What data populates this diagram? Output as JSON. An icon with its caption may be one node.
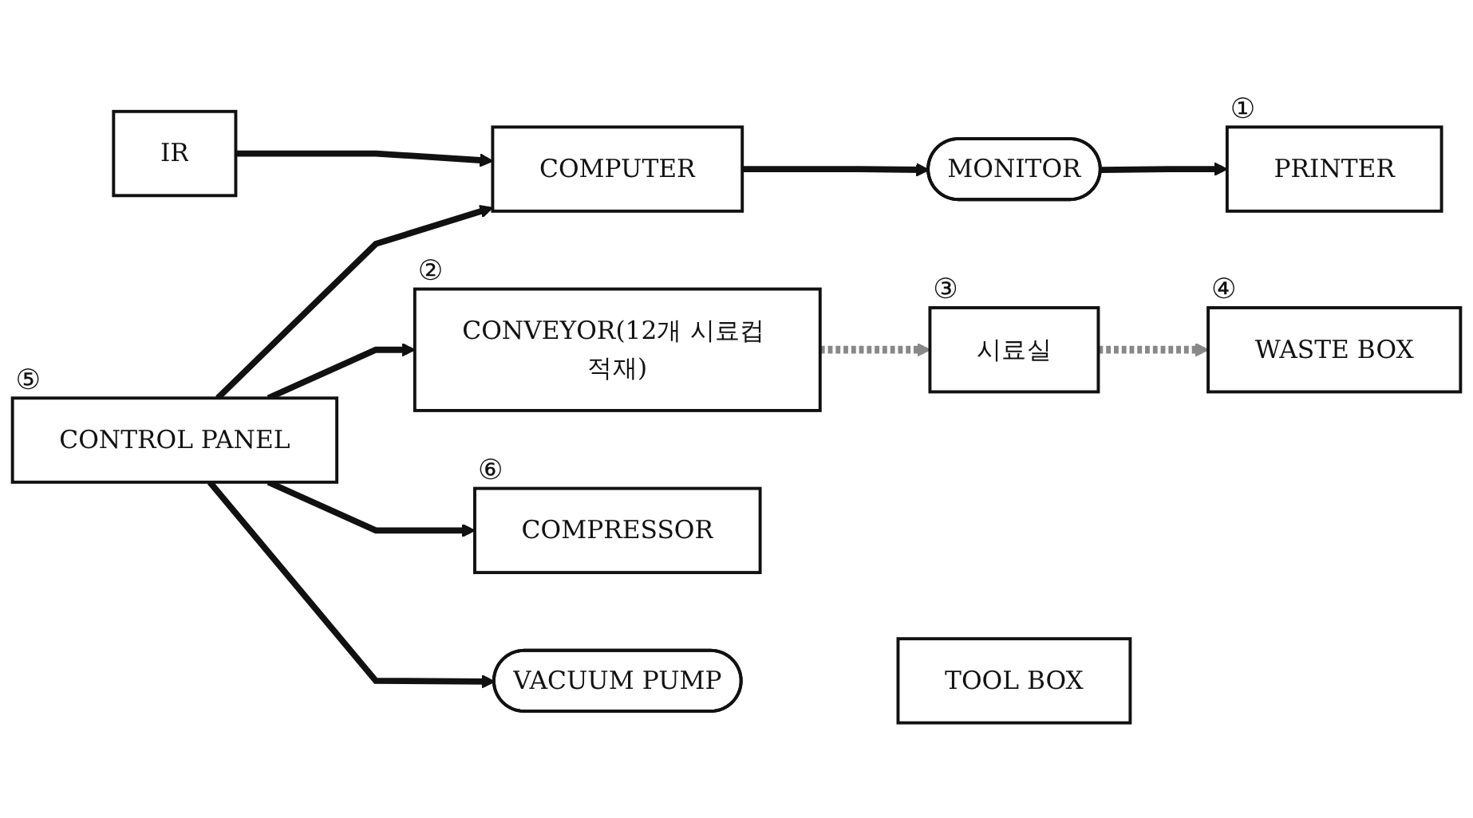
{
  "diagram": {
    "nodes": [
      {
        "text": [
          "PRINTER"
        ],
        "beside": [
          "①"
        ]
      },
      {
        "text": [
          "MONITOR"
        ]
      },
      {
        "text": [
          "COMPUTER"
        ]
      },
      {
        "text": [
          "CONVEYOR(12개 시료컵 적재)"
        ],
        "beside": [
          "②"
        ]
      },
      {
        "text": [
          "시료실"
        ],
        "beside": [
          "③"
        ]
      },
      {
        "text": [
          "IR"
        ]
      },
      {
        "text": [
          "CONTROL PANEL"
        ],
        "beside": [
          "⑤"
        ]
      },
      {
        "text": [
          "COMPRESSOR"
        ],
        "beside": [
          "⑥"
        ]
      },
      {
        "text": [
          "WASTE BOX"
        ],
        "beside": [
          "④"
        ]
      },
      {
        "text": [
          "TOOL BOX"
        ]
      },
      {
        "text": [
          "VACUUM PUMP"
        ]
      }
    ],
    "edges": [
      {
        "from": 2,
        "to": 1,
        "arrow": "to"
      },
      {
        "from": 1,
        "to": 0,
        "arrow": "to"
      },
      {
        "from": 6,
        "to": 2,
        "arrow": "to"
      },
      {
        "from": 6,
        "to": 3,
        "arrow": "to"
      },
      {
        "from": 5,
        "to": 2,
        "arrow": "to"
      },
      {
        "from": 3,
        "to": 4,
        "arrow": "to",
        "style": "dashed",
        "color": "#888888"
      },
      {
        "from": 6,
        "to": 7,
        "arrow": "to"
      },
      {
        "from": 4,
        "to": 8,
        "arrow": "to",
        "style": "dashed",
        "color": "#888888"
      },
      {
        "from": 6,
        "to": 10,
        "arrow": "to"
      }
    ]
  }
}
